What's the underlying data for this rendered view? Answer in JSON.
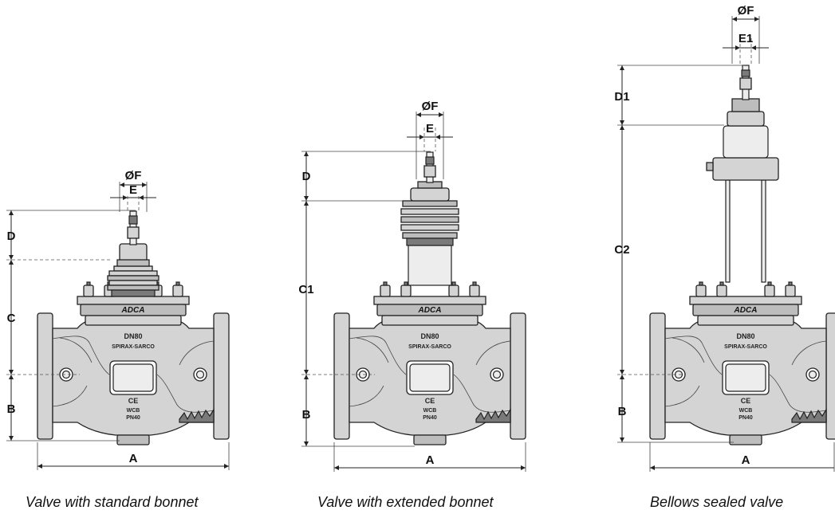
{
  "brand": "ADCA",
  "body_markings": {
    "size": "DN80",
    "model": "SPIRAX-SARCO",
    "ce": "CE",
    "material": "WCB",
    "rating": "PN40"
  },
  "views": [
    {
      "caption": "Valve with standard bonnet",
      "labels": {
        "F": "ØF",
        "E": "E",
        "D": "D",
        "C": "C",
        "B": "B",
        "A": "A"
      }
    },
    {
      "caption": "Valve with extended bonnet",
      "labels": {
        "F": "ØF",
        "E": "E",
        "D": "D",
        "C": "C1",
        "B": "B",
        "A": "A"
      }
    },
    {
      "caption": "Bellows sealed valve",
      "labels": {
        "F": "ØF",
        "E": "E1",
        "D": "D1",
        "C": "C2",
        "B": "B",
        "A": "A"
      }
    }
  ]
}
